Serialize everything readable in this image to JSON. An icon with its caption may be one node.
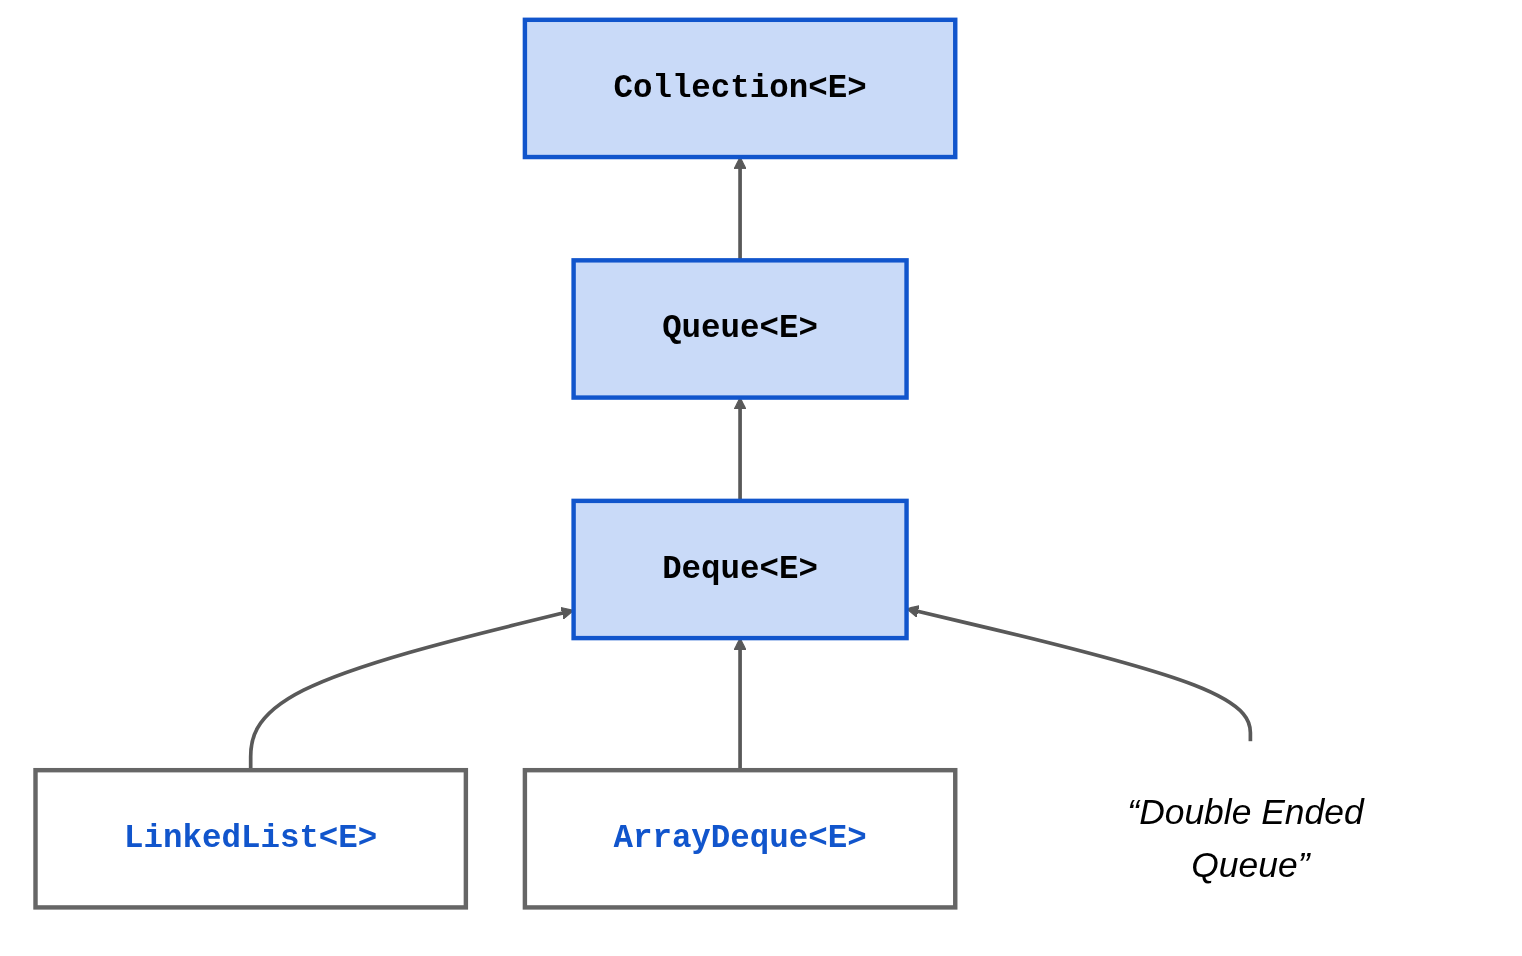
{
  "diagram": {
    "nodes": [
      {
        "text": [
          "Collection<E>"
        ]
      },
      {
        "text": [
          "Queue<E>"
        ]
      },
      {
        "text": [
          "Deque<E>"
        ]
      },
      {
        "text": [
          "LinkedList<E>"
        ]
      },
      {
        "text": [
          "ArrayDeque<E>"
        ]
      },
      {
        "text": [
          "“Double Ended Queue”"
        ]
      }
    ],
    "edges": [
      {
        "from": 1,
        "to": 0,
        "arrow": "to"
      },
      {
        "from": 2,
        "to": 1,
        "arrow": "to"
      },
      {
        "from": 3,
        "to": 2,
        "arrow": "to"
      },
      {
        "from": 4,
        "to": 2,
        "arrow": "to"
      },
      {
        "from": 5,
        "to": 2,
        "arrow": "to"
      }
    ]
  }
}
